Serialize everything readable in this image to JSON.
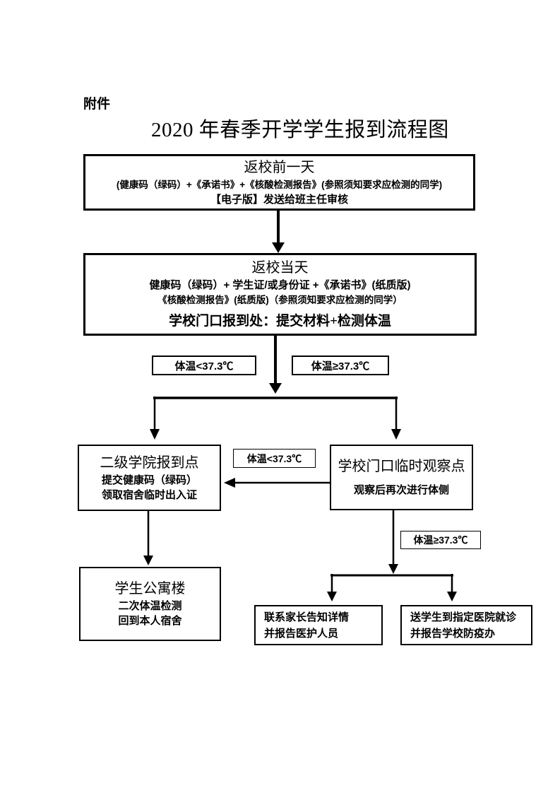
{
  "page": {
    "attachment_label": "附件",
    "title": "2020 年春季开学学生报到流程图"
  },
  "flowchart": {
    "box_day_before": {
      "title": "返校前一天",
      "materials": "(健康码（绿码）+《承诺书》+《核酸检测报告》(参照须知要求应检测的同学)",
      "action": "【电子版】发送给班主任审核"
    },
    "box_return_day": {
      "title": "返校当天",
      "materials_line1": "健康码（绿码）+ 学生证/或身份证 +《承诺书》(纸质版)",
      "materials_line2": "《核酸检测报告》(纸质版)（参照须知要求应检测的同学）",
      "action": "学校门口报到处：提交材料+检测体温"
    },
    "cond_temp_normal_top": "体温<37.3℃",
    "cond_temp_high_top": "体温≥37.3℃",
    "box_college_checkin": {
      "title": "二级学院报到点",
      "line1": "提交健康码（绿码）",
      "line2": "领取宿舍临时出入证"
    },
    "cond_temp_normal_mid": "体温<37.3℃",
    "box_observation": {
      "title": "学校门口临时观察点",
      "line1": "观察后再次进行体侧"
    },
    "cond_temp_high_mid": "体温≥37.3℃",
    "box_dorm": {
      "title": "学生公寓楼",
      "line1": "二次体温检测",
      "line2": "回到本人宿舍"
    },
    "box_contact_parents": {
      "line1": "联系家长告知详情",
      "line2": "并报告医护人员"
    },
    "box_hospital": {
      "line1": "送学生到指定医院就诊",
      "line2": "并报告学校防疫办"
    }
  },
  "colors": {
    "line": "#000000",
    "background": "#ffffff",
    "text": "#000000"
  }
}
